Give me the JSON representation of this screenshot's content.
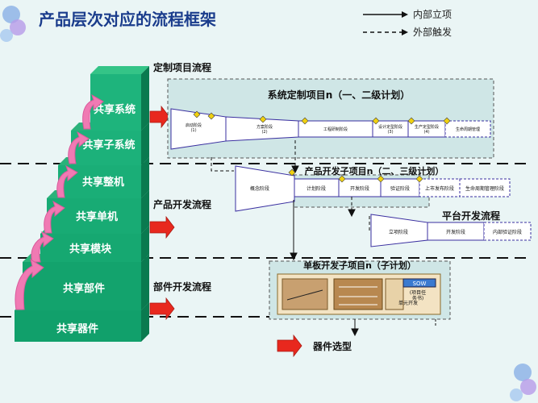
{
  "title": "产品层次对应的流程框架",
  "legend": {
    "solid": "内部立项",
    "dashed": "外部触发"
  },
  "stair": [
    "共享系统",
    "共享子系统",
    "共享整机",
    "共享单机",
    "共享模块",
    "共享部件",
    "共享器件"
  ],
  "flows": {
    "custom": "定制项目流程",
    "product": "产品开发流程",
    "component": "部件开发流程",
    "device": "器件选型",
    "platform": "平台开发流程"
  },
  "system_project": {
    "title": "系统定制项目n（一、二级计划）",
    "stages": [
      "启动阶段\n(1)",
      "方案阶段\n(2)",
      "工程研制阶段",
      "设计定型阶段\n(3)",
      "生产定型阶段\n(4)",
      "生命周期管理"
    ]
  },
  "product_project": {
    "title": "产品开发子项目n（二、三级计划）",
    "stages": [
      "概念阶段",
      "计划阶段",
      "开发阶段",
      "验证阶段",
      "上市发布阶段",
      "生命周期管理阶段"
    ]
  },
  "platform_project": {
    "stages": [
      "立项阶段",
      "开发阶段",
      "内部验证阶段"
    ]
  },
  "board_project": {
    "title": "单板开发子项目n（子计划）",
    "labels": [
      "SOW",
      "(项目任\n务书)",
      "单元开发"
    ]
  }
}
